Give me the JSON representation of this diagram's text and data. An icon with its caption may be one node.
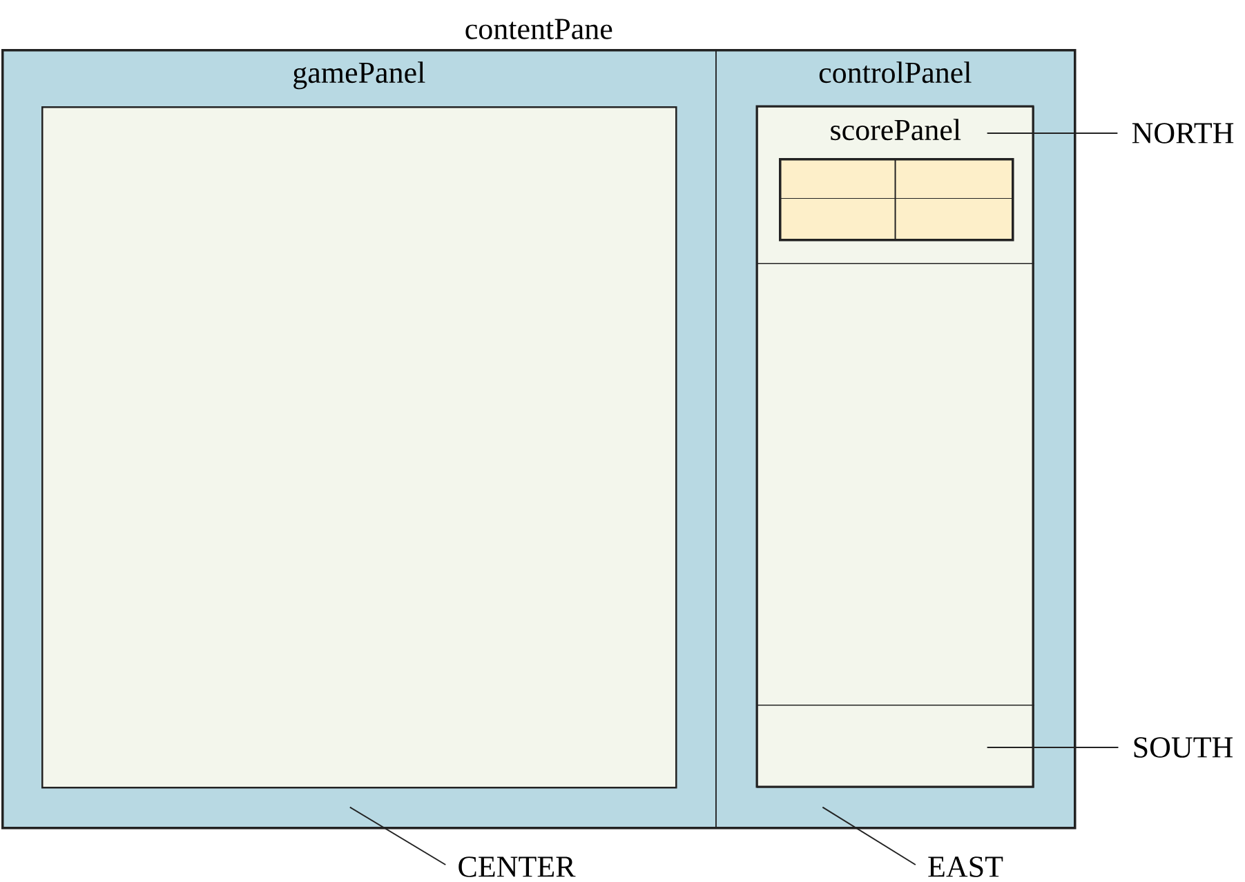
{
  "diagram": {
    "nodes": [
      {
        "text": [
          "contentPane"
        ]
      },
      {
        "text": [
          "gamePanel"
        ],
        "in": 0
      },
      {
        "text": [],
        "shape": "box",
        "in": 1
      },
      {
        "text": [
          "controlPanel"
        ],
        "in": 0
      },
      {
        "text": [
          "scorePanel"
        ],
        "in": 3
      },
      {
        "text": [],
        "shape": "box",
        "in": 4
      },
      {
        "text": [],
        "shape": "box",
        "in": 3
      },
      {
        "text": [],
        "shape": "box",
        "in": 3
      },
      {
        "text": [
          "NORTH"
        ]
      },
      {
        "text": [
          "SOUTH"
        ]
      },
      {
        "text": [
          "CENTER"
        ]
      },
      {
        "text": [
          "EAST"
        ]
      }
    ],
    "edges": [
      {
        "from": 8,
        "to": 4,
        "arrow": "none"
      },
      {
        "from": 9,
        "to": 7,
        "arrow": "none"
      },
      {
        "from": 10,
        "to": 1,
        "arrow": "none"
      },
      {
        "from": 11,
        "to": 3,
        "arrow": "none"
      }
    ]
  }
}
